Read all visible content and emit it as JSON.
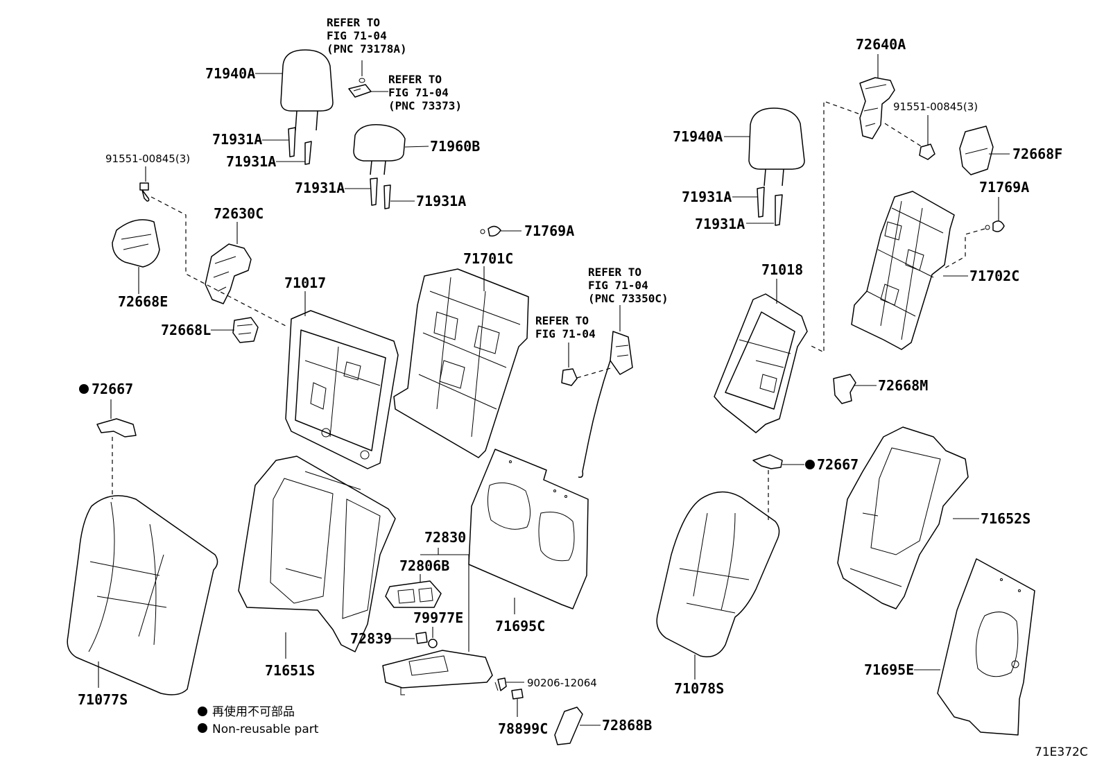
{
  "labels": {
    "p71940A_l": "71940A",
    "p71931A_1": "71931A",
    "p71931A_2": "71931A",
    "p71960B": "71960B",
    "p71931A_3": "71931A",
    "p71931A_4": "71931A",
    "p91551_l": "91551-00845(3)",
    "p72630C": "72630C",
    "p72668E": "72668E",
    "p71017": "71017",
    "p72668L": "72668L",
    "p72667_l": "72667",
    "p71769A_c": "71769A",
    "p71701C": "71701C",
    "p71651S": "71651S",
    "p71077S": "71077S",
    "p72830": "72830",
    "p72806B": "72806B",
    "p79977E": "79977E",
    "p72839": "72839",
    "p71695C": "71695C",
    "p90206": "90206-12064",
    "p78899C": "78899C",
    "p72868B": "72868B",
    "p72640A": "72640A",
    "p91551_r": "91551-00845(3)",
    "p72668F": "72668F",
    "p71769A_r": "71769A",
    "p71940A_r": "71940A",
    "p71931A_5": "71931A",
    "p71931A_6": "71931A",
    "p71018": "71018",
    "p71702C": "71702C",
    "p72668M": "72668M",
    "p72667_r": "72667",
    "p71652S": "71652S",
    "p71078S": "71078S",
    "p71695E": "71695E"
  },
  "refs": {
    "r1": [
      "REFER TO",
      "FIG 71-04",
      "(PNC 73178A)"
    ],
    "r2": [
      "REFER TO",
      "FIG 71-04",
      "(PNC 73373)"
    ],
    "r3": [
      "REFER TO",
      "FIG 71-04",
      "(PNC 73350C)"
    ],
    "r4": [
      "REFER TO",
      "FIG 71-04"
    ]
  },
  "legend": {
    "jp": "再使用不可部品",
    "en": "Non-reusable part"
  },
  "figure_code": "71E372C"
}
